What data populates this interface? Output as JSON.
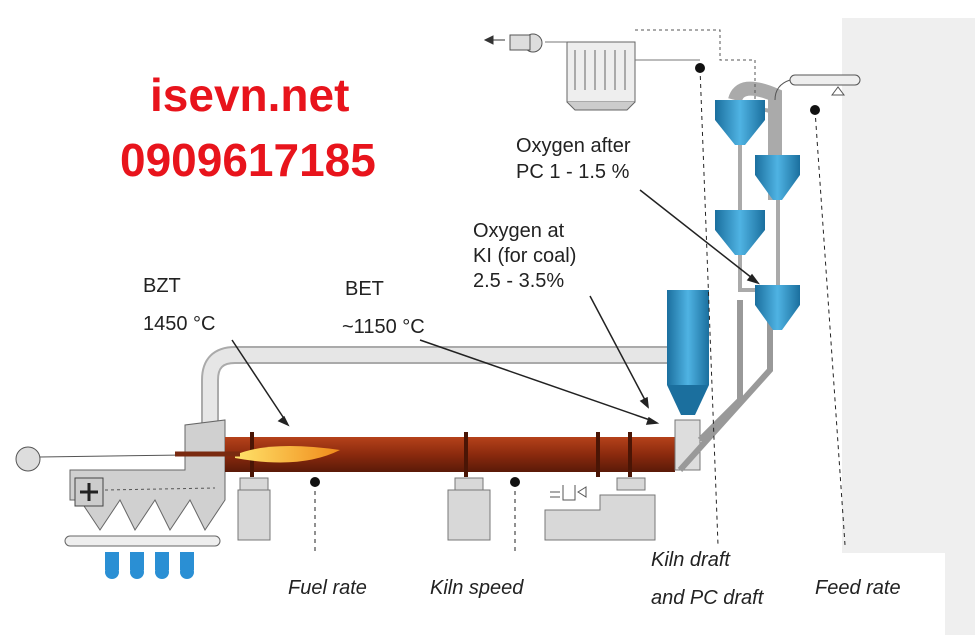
{
  "labels": {
    "bzt_title": "BZT",
    "bzt_temp": "1450 °C",
    "bet_title": "BET",
    "bet_temp": "~1150 °C",
    "oxygen_ki_line1": "Oxygen at",
    "oxygen_ki_line2": "KI (for coal)",
    "oxygen_ki_line3": "2.5 - 3.5%",
    "oxygen_pc_line1": "Oxygen after",
    "oxygen_pc_line2": "PC 1 - 1.5 %",
    "fuel_rate": "Fuel rate",
    "kiln_speed": "Kiln speed",
    "kiln_draft_line1": "Kiln draft",
    "kiln_draft_line2": "and PC draft",
    "feed_rate": "Feed rate"
  },
  "watermark": {
    "site": "isevn.net",
    "phone": "0909617185"
  },
  "colors": {
    "kiln": "#8b2a0e",
    "cyclone": "#2a8fc4",
    "watermark": "#e8141c",
    "duct": "#d8d8d8"
  }
}
